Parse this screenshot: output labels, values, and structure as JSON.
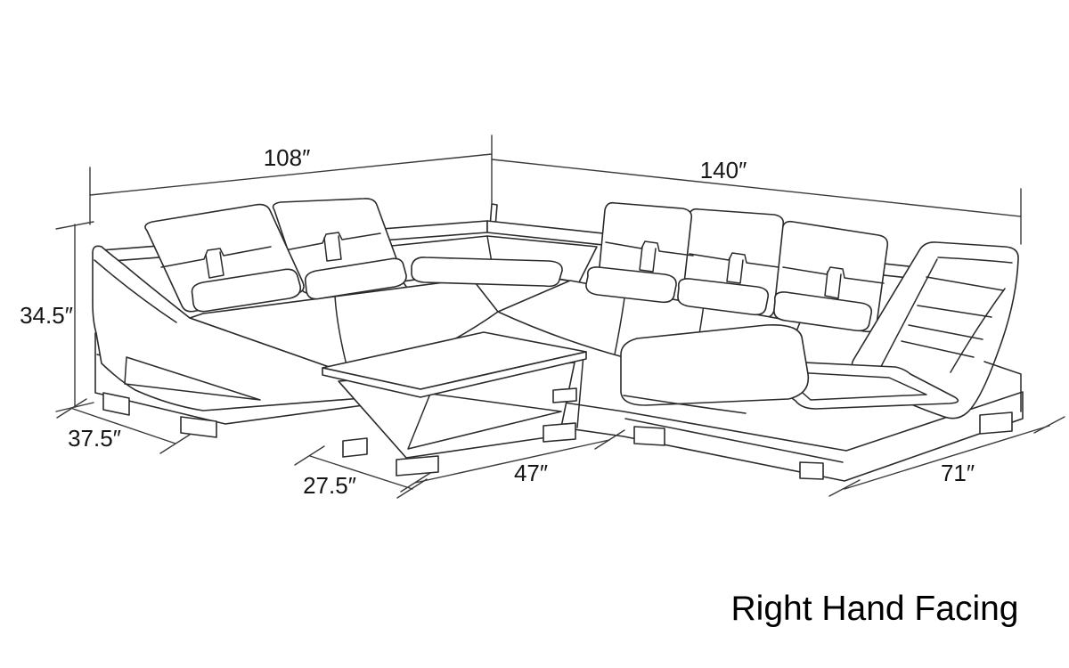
{
  "diagram": {
    "type": "furniture-dimension-line-drawing",
    "caption": "Right Hand Facing",
    "dimensions": {
      "left_back_width": "108″",
      "right_back_width": "140″",
      "seat_height": "34.5″",
      "left_section_depth": "37.5″",
      "table_depth": "27.5″",
      "table_length": "47″",
      "chaise_length": "71″"
    },
    "colors": {
      "line": "#2b2b2b",
      "dimension_line": "#3a3a3a",
      "text": "#151515",
      "background": "#ffffff"
    }
  }
}
